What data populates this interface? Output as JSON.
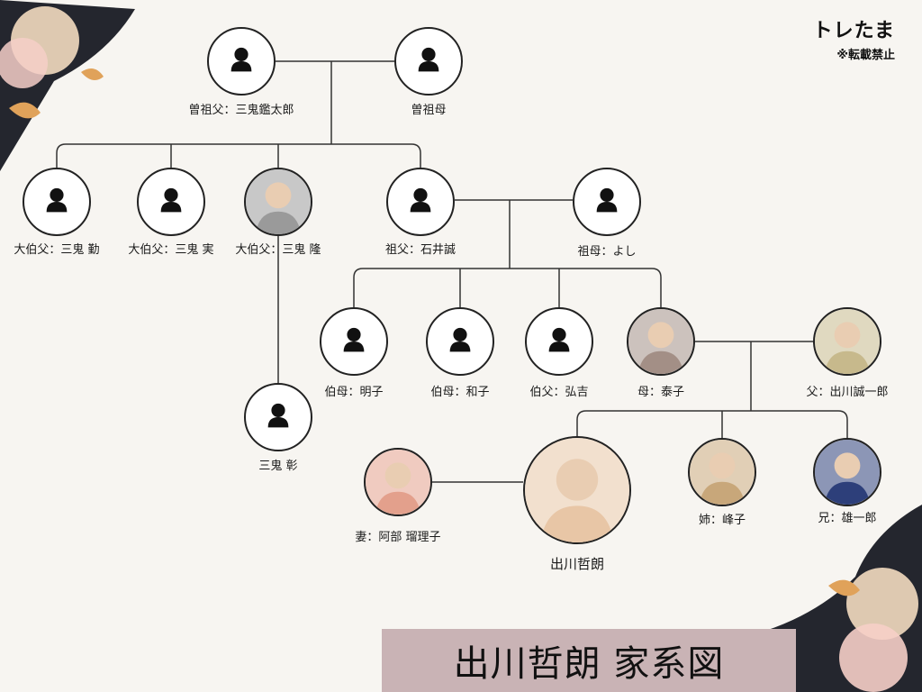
{
  "brand": {
    "title": "トレたま",
    "note": "※転載禁止"
  },
  "title": "出川哲朗 家系図",
  "people": [
    {
      "id": "p1",
      "label": "曽祖父：三鬼鑑太郎",
      "photo": false
    },
    {
      "id": "p2",
      "label": "曽祖母",
      "photo": false
    },
    {
      "id": "p3",
      "label": "大伯父：三鬼 勤",
      "photo": false
    },
    {
      "id": "p4",
      "label": "大伯父：三鬼 実",
      "photo": false
    },
    {
      "id": "p5",
      "label": "大伯父：三鬼 隆",
      "photo": true
    },
    {
      "id": "p6",
      "label": "祖父：石井誠",
      "photo": false
    },
    {
      "id": "p7",
      "label": "祖母：よし",
      "photo": false
    },
    {
      "id": "p8",
      "label": "伯母：明子",
      "photo": false
    },
    {
      "id": "p9",
      "label": "伯母：和子",
      "photo": false
    },
    {
      "id": "p10",
      "label": "伯父：弘吉",
      "photo": false
    },
    {
      "id": "p11",
      "label": "母：泰子",
      "photo": true
    },
    {
      "id": "p12",
      "label": "父：出川誠一郎",
      "photo": true
    },
    {
      "id": "p13",
      "label": "三鬼 彰",
      "photo": false
    },
    {
      "id": "p14",
      "label": "妻：阿部 瑠理子",
      "photo": true
    },
    {
      "id": "p15",
      "label": "出川哲朗",
      "photo": true
    },
    {
      "id": "p16",
      "label": "姉：峰子",
      "photo": true
    },
    {
      "id": "p17",
      "label": "兄：雄一郎",
      "photo": true
    }
  ],
  "colors": {
    "line": "#333333",
    "titleBar": "#c9b3b5",
    "deco": "#24262e",
    "flower": "#f3dcc0",
    "accent": "#e0a25a"
  }
}
